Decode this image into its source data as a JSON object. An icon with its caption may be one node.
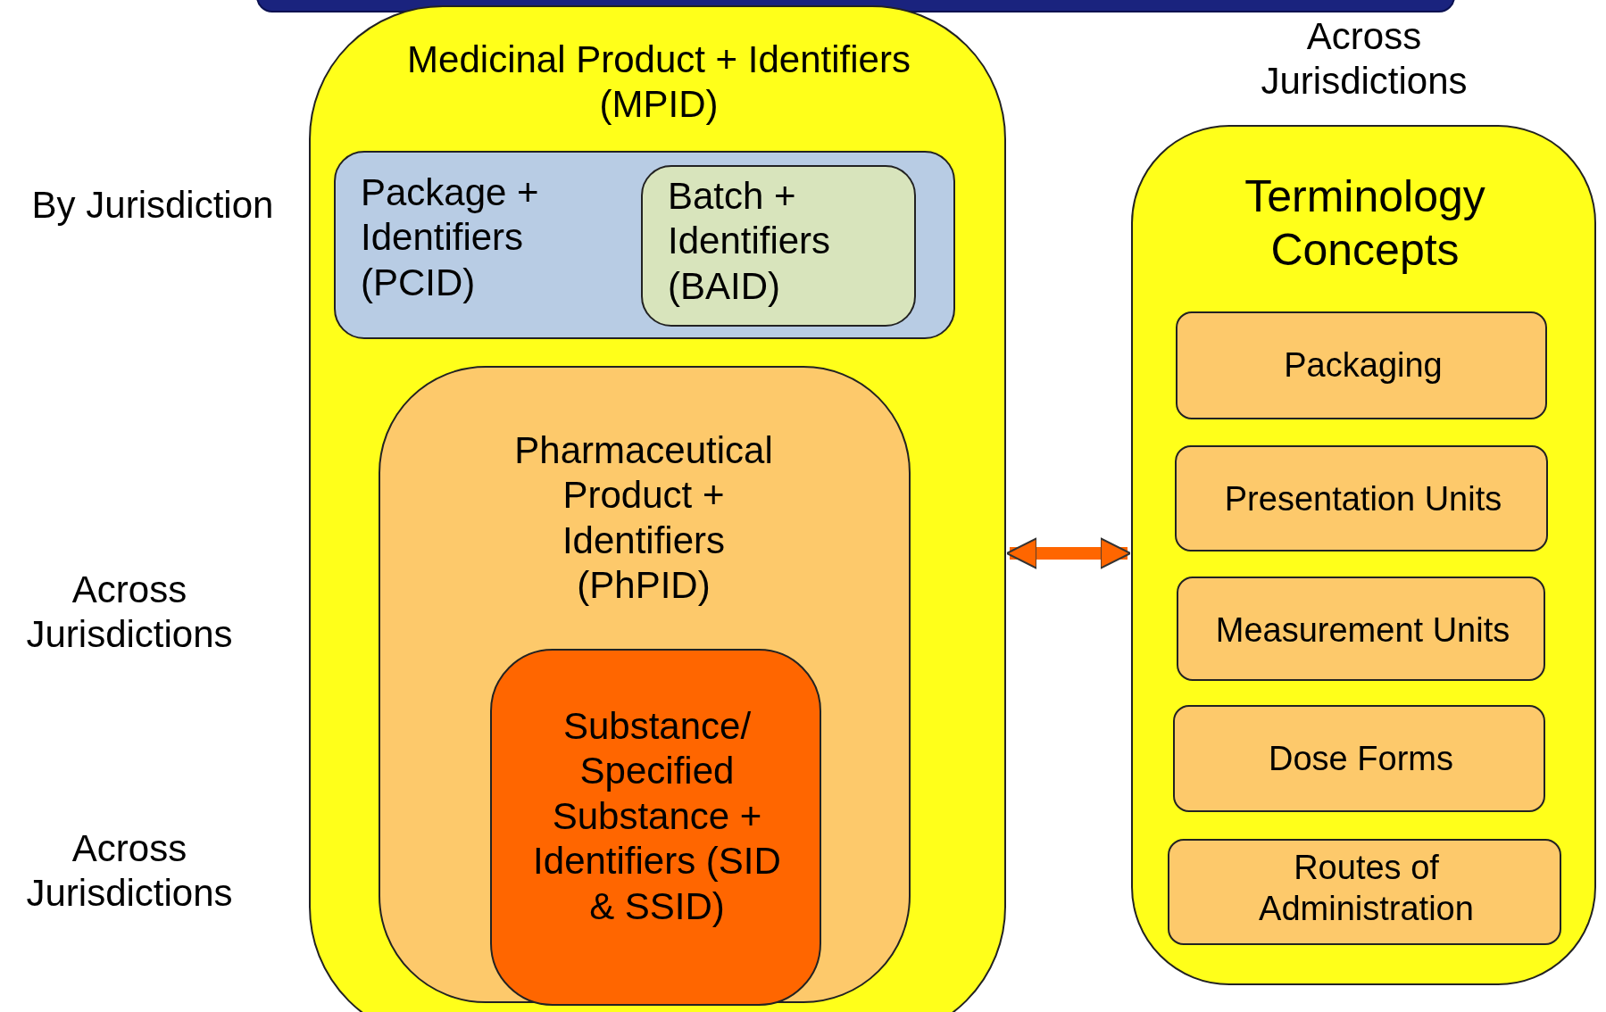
{
  "diagram": {
    "nodes": [
      {
        "text": [],
        "shape": "bar"
      },
      {
        "text": [
          "Medicinal Product + Identifiers (MPID)"
        ]
      },
      {
        "text": [
          "Package + Identifiers (PCID)"
        ],
        "in": 1
      },
      {
        "text": [
          "Batch + Identifiers (BAID)"
        ],
        "in": 2
      },
      {
        "text": [
          "Pharmaceutical Product + Identifiers (PhPID)"
        ],
        "in": 1
      },
      {
        "text": [
          "Substance/ Specified Substance + Identifiers (SID & SSID)"
        ],
        "in": 4
      },
      {
        "text": [
          "Terminology Concepts"
        ]
      },
      {
        "text": [
          "Packaging"
        ],
        "in": 6
      },
      {
        "text": [
          "Presentation Units"
        ],
        "in": 6
      },
      {
        "text": [
          "Measurement Units"
        ],
        "in": 6
      },
      {
        "text": [
          "Dose Forms"
        ],
        "in": 6
      },
      {
        "text": [
          "Routes of Administration"
        ],
        "in": 6
      }
    ],
    "edges": [
      {
        "from": 1,
        "to": 6,
        "arrow": "both"
      }
    ],
    "labels": [
      "Across Jurisdictions",
      "By Jurisdiction",
      "Across Jurisdictions",
      "Across Jurisdictions"
    ]
  }
}
